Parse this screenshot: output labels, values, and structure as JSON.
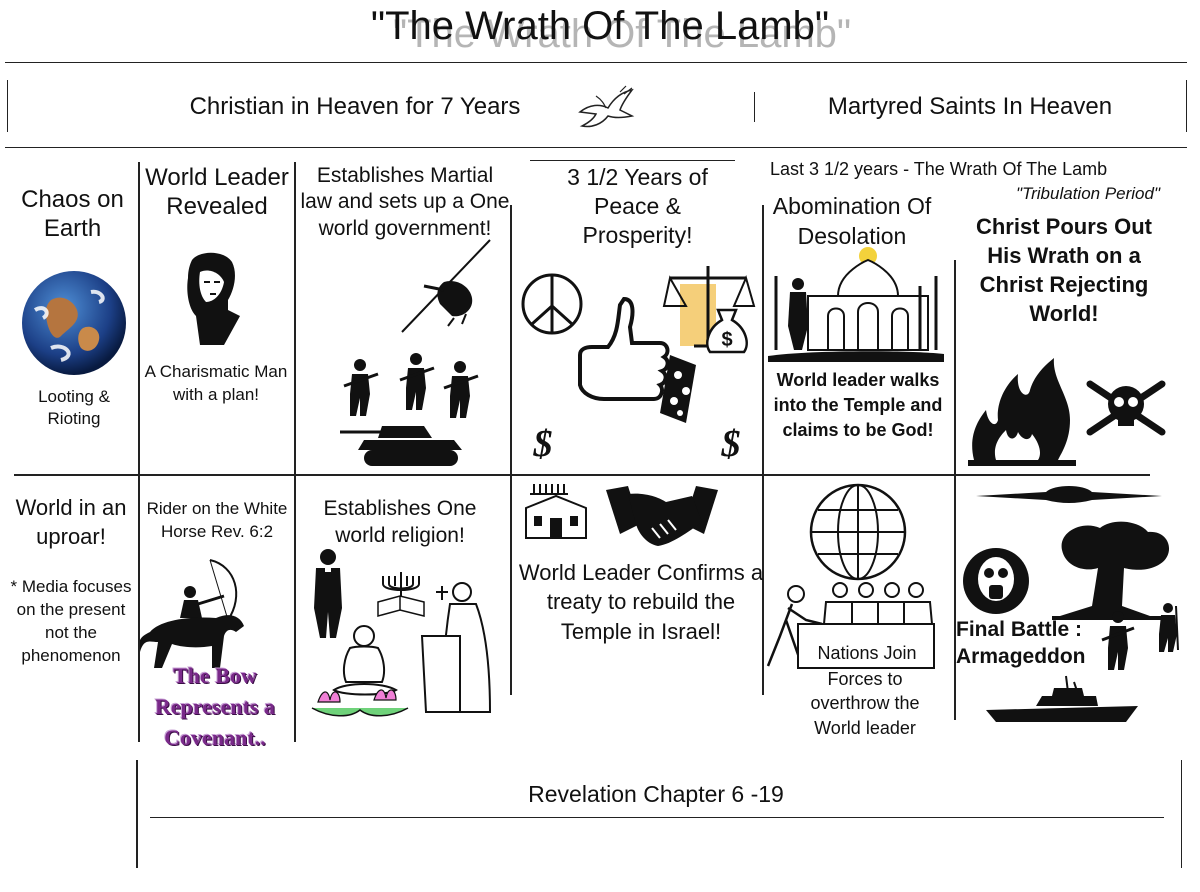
{
  "title": "\"The Wrath Of The Lamb\"",
  "banner": {
    "left": "Christian in Heaven for 7 Years",
    "right": "Martyred Saints In Heaven"
  },
  "top_row": {
    "col1": {
      "heading": "Chaos on Earth",
      "caption": "Looting & Rioting"
    },
    "col2": {
      "heading": "World Leader Revealed",
      "caption": "A Charismatic Man with a plan!"
    },
    "col3": {
      "heading": "Establishes Martial law and sets up a One world government!"
    },
    "col4": {
      "heading": "3 1/2 Years of Peace & Prosperity!"
    },
    "col5": {
      "header": "Last 3 1/2 years - The Wrath Of The Lamb",
      "subheader": "\"Tribulation Period\"",
      "heading": "Abomination Of Desolation",
      "caption": "World leader walks into the Temple and claims to be God!"
    },
    "col6": {
      "heading": "Christ Pours Out His Wrath on a Christ Rejecting World!"
    }
  },
  "bottom_row": {
    "col1": {
      "heading": "World in an uproar!",
      "caption": "* Media focuses on the present not the phenomenon"
    },
    "col2": {
      "heading": "Rider on the White Horse Rev. 6:2",
      "caption": "The Bow Represents a Covenant.."
    },
    "col3": {
      "heading": "Establishes One world religion!"
    },
    "col4": {
      "heading": "World Leader Confirms a treaty to rebuild the Temple in Israel!"
    },
    "col5": {
      "sign": "Nations Join",
      "caption": "Forces to overthrow the World leader"
    },
    "col6": {
      "heading": "Final Battle : Armageddon"
    }
  },
  "footer": "Revelation Chapter 6 -19",
  "icons": [
    "dove-icon",
    "earth-icon",
    "leader-portrait-icon",
    "helicopter-icon",
    "soldier-icon",
    "tank-icon",
    "peace-icon",
    "thumbs-up-icon",
    "scales-icon",
    "money-bag-icon",
    "dollar-icon",
    "temple-icon",
    "fire-icon",
    "skull-crossbones-icon",
    "synagogue-icon",
    "handshake-icon",
    "globe-icon",
    "nations-group-icon",
    "ufo-icon",
    "mushroom-cloud-icon",
    "gas-mask-icon",
    "battleship-icon",
    "archer-horse-icon",
    "priest-icon",
    "menorah-icon",
    "meditating-figure-icon",
    "lotus-icon"
  ]
}
